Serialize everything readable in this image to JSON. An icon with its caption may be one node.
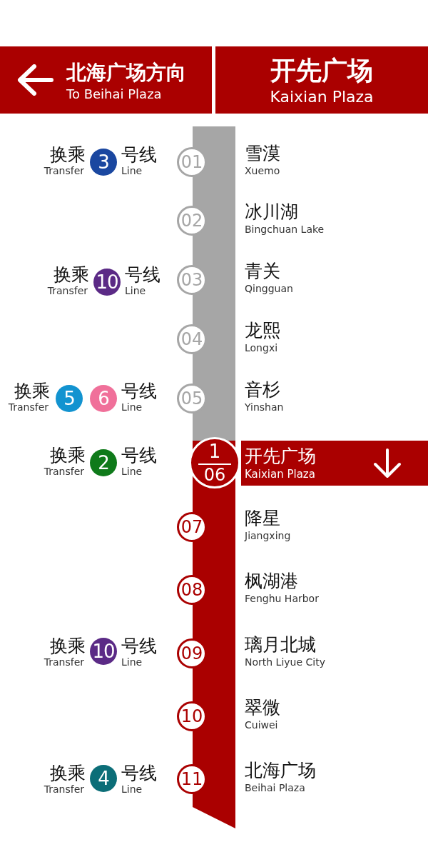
{
  "diagram": {
    "nodes": [
      {
        "text": [
          "北海广场方向",
          "To Beihai Plaza"
        ]
      },
      {
        "text": [
          "开先广场",
          "Kaixian Plaza"
        ]
      },
      {
        "text": [
          "3"
        ]
      },
      {
        "text": [
          "01"
        ],
        "beside": [
          "雪漠",
          "Xuemo"
        ]
      },
      {
        "text": [
          "02"
        ],
        "beside": [
          "冰川湖",
          "Bingchuan Lake"
        ]
      },
      {
        "text": [
          "10"
        ]
      },
      {
        "text": [
          "03"
        ],
        "beside": [
          "青关",
          "Qingguan"
        ]
      },
      {
        "text": [
          "04"
        ],
        "beside": [
          "龙熙",
          "Longxi"
        ]
      },
      {
        "text": [
          "5"
        ]
      },
      {
        "text": [
          "6"
        ]
      },
      {
        "text": [
          "05"
        ],
        "beside": [
          "音杉",
          "Yinshan"
        ]
      },
      {
        "text": [
          "2"
        ]
      },
      {
        "text": [
          "1",
          "06"
        ]
      },
      {
        "text": [
          "开先广场",
          "Kaixian Plaza"
        ]
      },
      {
        "text": [
          "07"
        ],
        "beside": [
          "降星",
          "Jiangxing"
        ]
      },
      {
        "text": [
          "08"
        ],
        "beside": [
          "枫湖港",
          "Fenghu Harbor"
        ]
      },
      {
        "text": [
          "10"
        ]
      },
      {
        "text": [
          "09"
        ],
        "beside": [
          "璃月北城",
          "North Liyue City"
        ]
      },
      {
        "text": [
          "10"
        ],
        "beside": [
          "翠微",
          "Cuiwei"
        ]
      },
      {
        "text": [
          "4"
        ]
      },
      {
        "text": [
          "11"
        ],
        "beside": [
          "北海广场",
          "Beihai Plaza"
        ]
      }
    ],
    "labels": [
      "换乘",
      "Transfer",
      "号线",
      "Line",
      "换乘",
      "Transfer",
      "号线",
      "Line",
      "换乘",
      "Transfer",
      "号线",
      "Line",
      "换乘",
      "Transfer",
      "号线",
      "Line",
      "换乘",
      "Transfer",
      "号线",
      "Line",
      "换乘",
      "Transfer",
      "号线",
      "Line"
    ]
  }
}
